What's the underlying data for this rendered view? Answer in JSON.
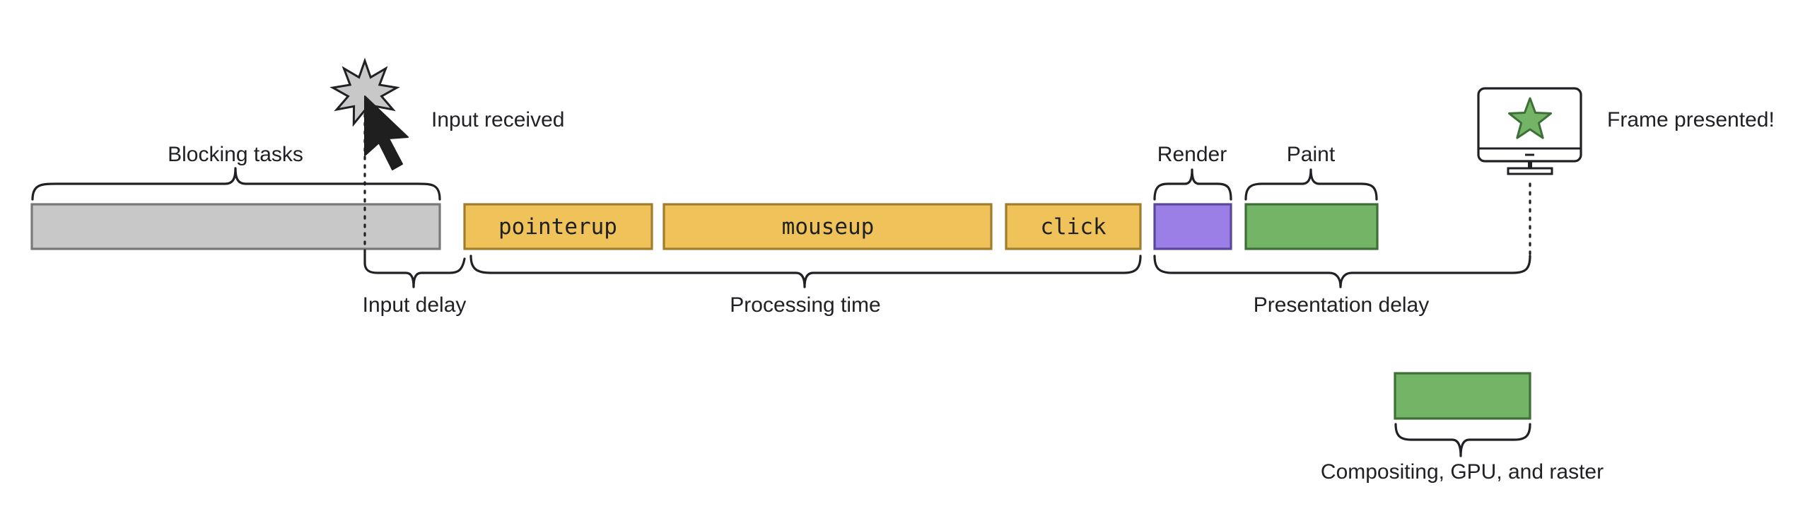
{
  "colors": {
    "blocking": "#c8c8c8",
    "blocking_border": "#787878",
    "event": "#f0c35a",
    "event_border": "#a07c2d",
    "render": "#9b7fe6",
    "render_border": "#5a4798",
    "paint": "#74b467",
    "paint_border": "#3d6f36",
    "stroke": "#202124"
  },
  "icons": {
    "input": "starburst-cursor-icon",
    "frame": "monitor-star-icon"
  },
  "labels": {
    "blocking_tasks": "Blocking tasks",
    "input_received": "Input received",
    "render": "Render",
    "paint": "Paint",
    "frame_presented": "Frame presented!",
    "input_delay": "Input delay",
    "processing_time": "Processing time",
    "presentation_delay": "Presentation delay",
    "compositing": "Compositing, GPU, and raster"
  },
  "events": {
    "pointerup": "pointerup",
    "mouseup": "mouseup",
    "click": "click"
  }
}
